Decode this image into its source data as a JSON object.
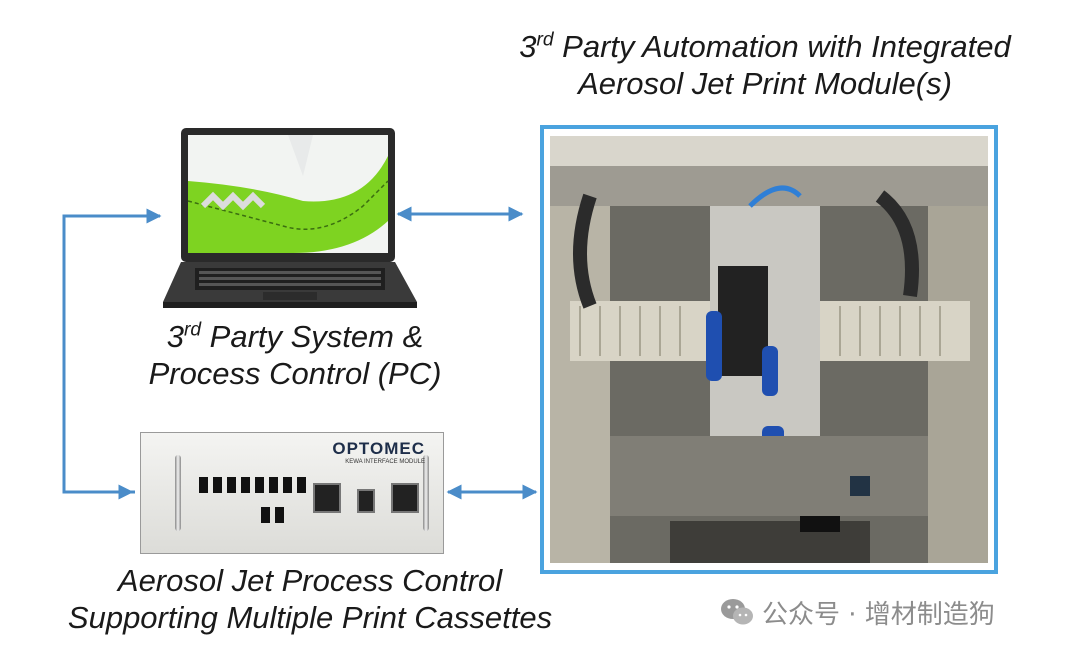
{
  "labels": {
    "title_line1_pre": "3",
    "title_line1_sup": "rd",
    "title_line1_post": " Party Automation with Integrated",
    "title_line2": "Aerosol Jet Print Module(s)",
    "pc_line1_pre": "3",
    "pc_line1_sup": "rd",
    "pc_line1_post": " Party System &",
    "pc_line2": "Process Control (PC)",
    "apc_line1": "Aerosol Jet Process Control",
    "apc_line2": "Supporting Multiple Print Cassettes"
  },
  "module": {
    "brand": "OPTOMEC",
    "subbrand": "KEWA INTERFACE MODULE"
  },
  "watermark": {
    "text": "公众号 · 增材制造狗"
  },
  "colors": {
    "arrow": "#4a8cc9",
    "frame": "#4aa3df"
  },
  "icons": {
    "watermark": "wechat-icon"
  }
}
